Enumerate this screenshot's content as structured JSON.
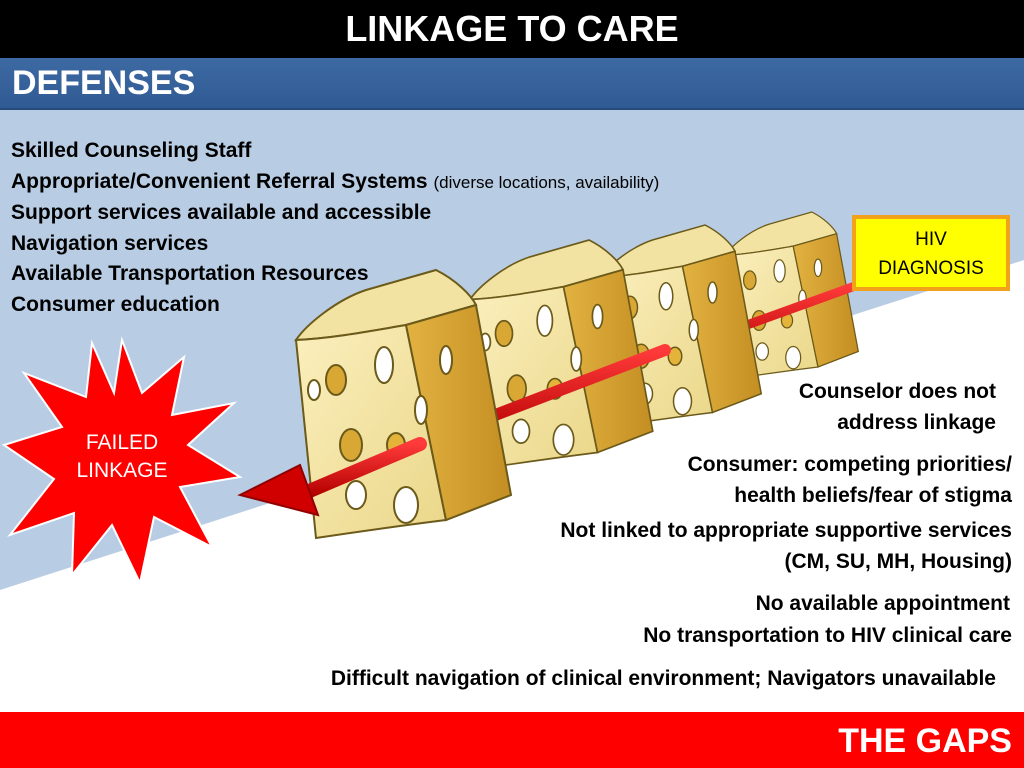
{
  "header": {
    "title": "LINKAGE TO CARE"
  },
  "defenses": {
    "title": "DEFENSES",
    "items": [
      {
        "text": "Skilled Counseling Staff",
        "note": ""
      },
      {
        "text": "Appropriate/Convenient Referral Systems",
        "note": "(diverse locations, availability)"
      },
      {
        "text": "Support services available and accessible",
        "note": ""
      },
      {
        "text": "Navigation services",
        "note": ""
      },
      {
        "text": "Available Transportation Resources",
        "note": ""
      },
      {
        "text": "Consumer education",
        "note": ""
      }
    ]
  },
  "hiv_diagnosis": {
    "line1": "HIV",
    "line2": "DIAGNOSIS"
  },
  "failed_linkage": {
    "line1": "FAILED",
    "line2": "LINKAGE"
  },
  "gaps": {
    "title": "THE GAPS",
    "items": [
      {
        "line1": "Counselor does not",
        "line2": "address linkage"
      },
      {
        "line1": "Consumer: competing priorities/",
        "line2": "health beliefs/fear of stigma"
      },
      {
        "line1": "Not linked to appropriate supportive services",
        "line2": "(CM, SU, MH, Housing)"
      },
      {
        "line1": "No available appointment",
        "line2": ""
      },
      {
        "line1": "No transportation to HIV clinical care",
        "line2": ""
      },
      {
        "line1": "Difficult navigation of clinical environment; Navigators unavailable",
        "line2": ""
      }
    ]
  },
  "colors": {
    "title_bar": "#000000",
    "defenses_bar": "#2f5a93",
    "light_blue_band": "#b8cce4",
    "cheese": "#f5e6a6",
    "arrow": "#e01010",
    "starburst": "#ff0000",
    "hiv_box_fill": "#ffff00",
    "hiv_box_border": "#f2a11a",
    "gaps_bar": "#ff0000"
  }
}
